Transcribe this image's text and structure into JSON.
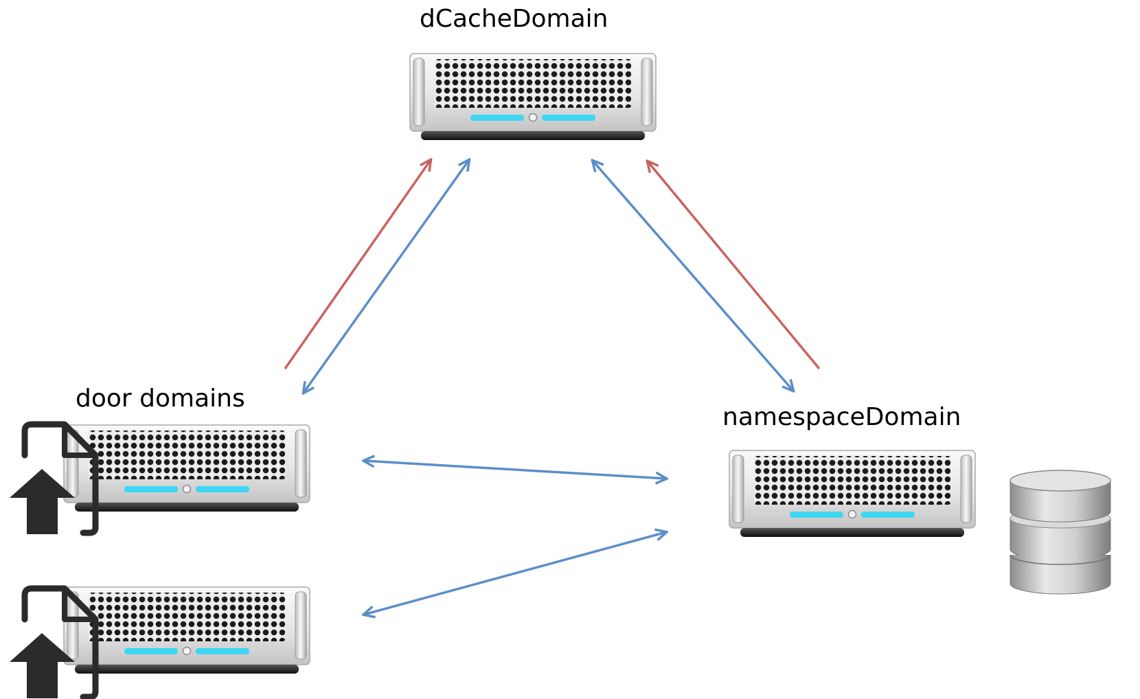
{
  "nodes": {
    "dcache": {
      "label": "dCacheDomain"
    },
    "door": {
      "label": "door domains"
    },
    "namespace": {
      "label": "namespaceDomain"
    }
  },
  "colors": {
    "red_arrow": "#c9635e",
    "blue_arrow": "#5b8ec8",
    "server_led": "#3ed6f2",
    "file_icon": "#2b2b2b",
    "database": "#9a9a9a"
  },
  "connections": [
    {
      "from": "door",
      "to": "dcache",
      "color": "red_arrow",
      "direction": "one-way"
    },
    {
      "from": "door",
      "to": "dcache",
      "color": "blue_arrow",
      "direction": "two-way"
    },
    {
      "from": "namespace",
      "to": "dcache",
      "color": "red_arrow",
      "direction": "one-way"
    },
    {
      "from": "namespace",
      "to": "dcache",
      "color": "blue_arrow",
      "direction": "two-way"
    },
    {
      "from": "door",
      "to": "namespace",
      "color": "blue_arrow",
      "direction": "two-way"
    },
    {
      "from": "door",
      "to": "namespace",
      "color": "blue_arrow",
      "direction": "two-way"
    }
  ],
  "icons": [
    "server-icon",
    "file-upload-icon",
    "database-icon"
  ]
}
